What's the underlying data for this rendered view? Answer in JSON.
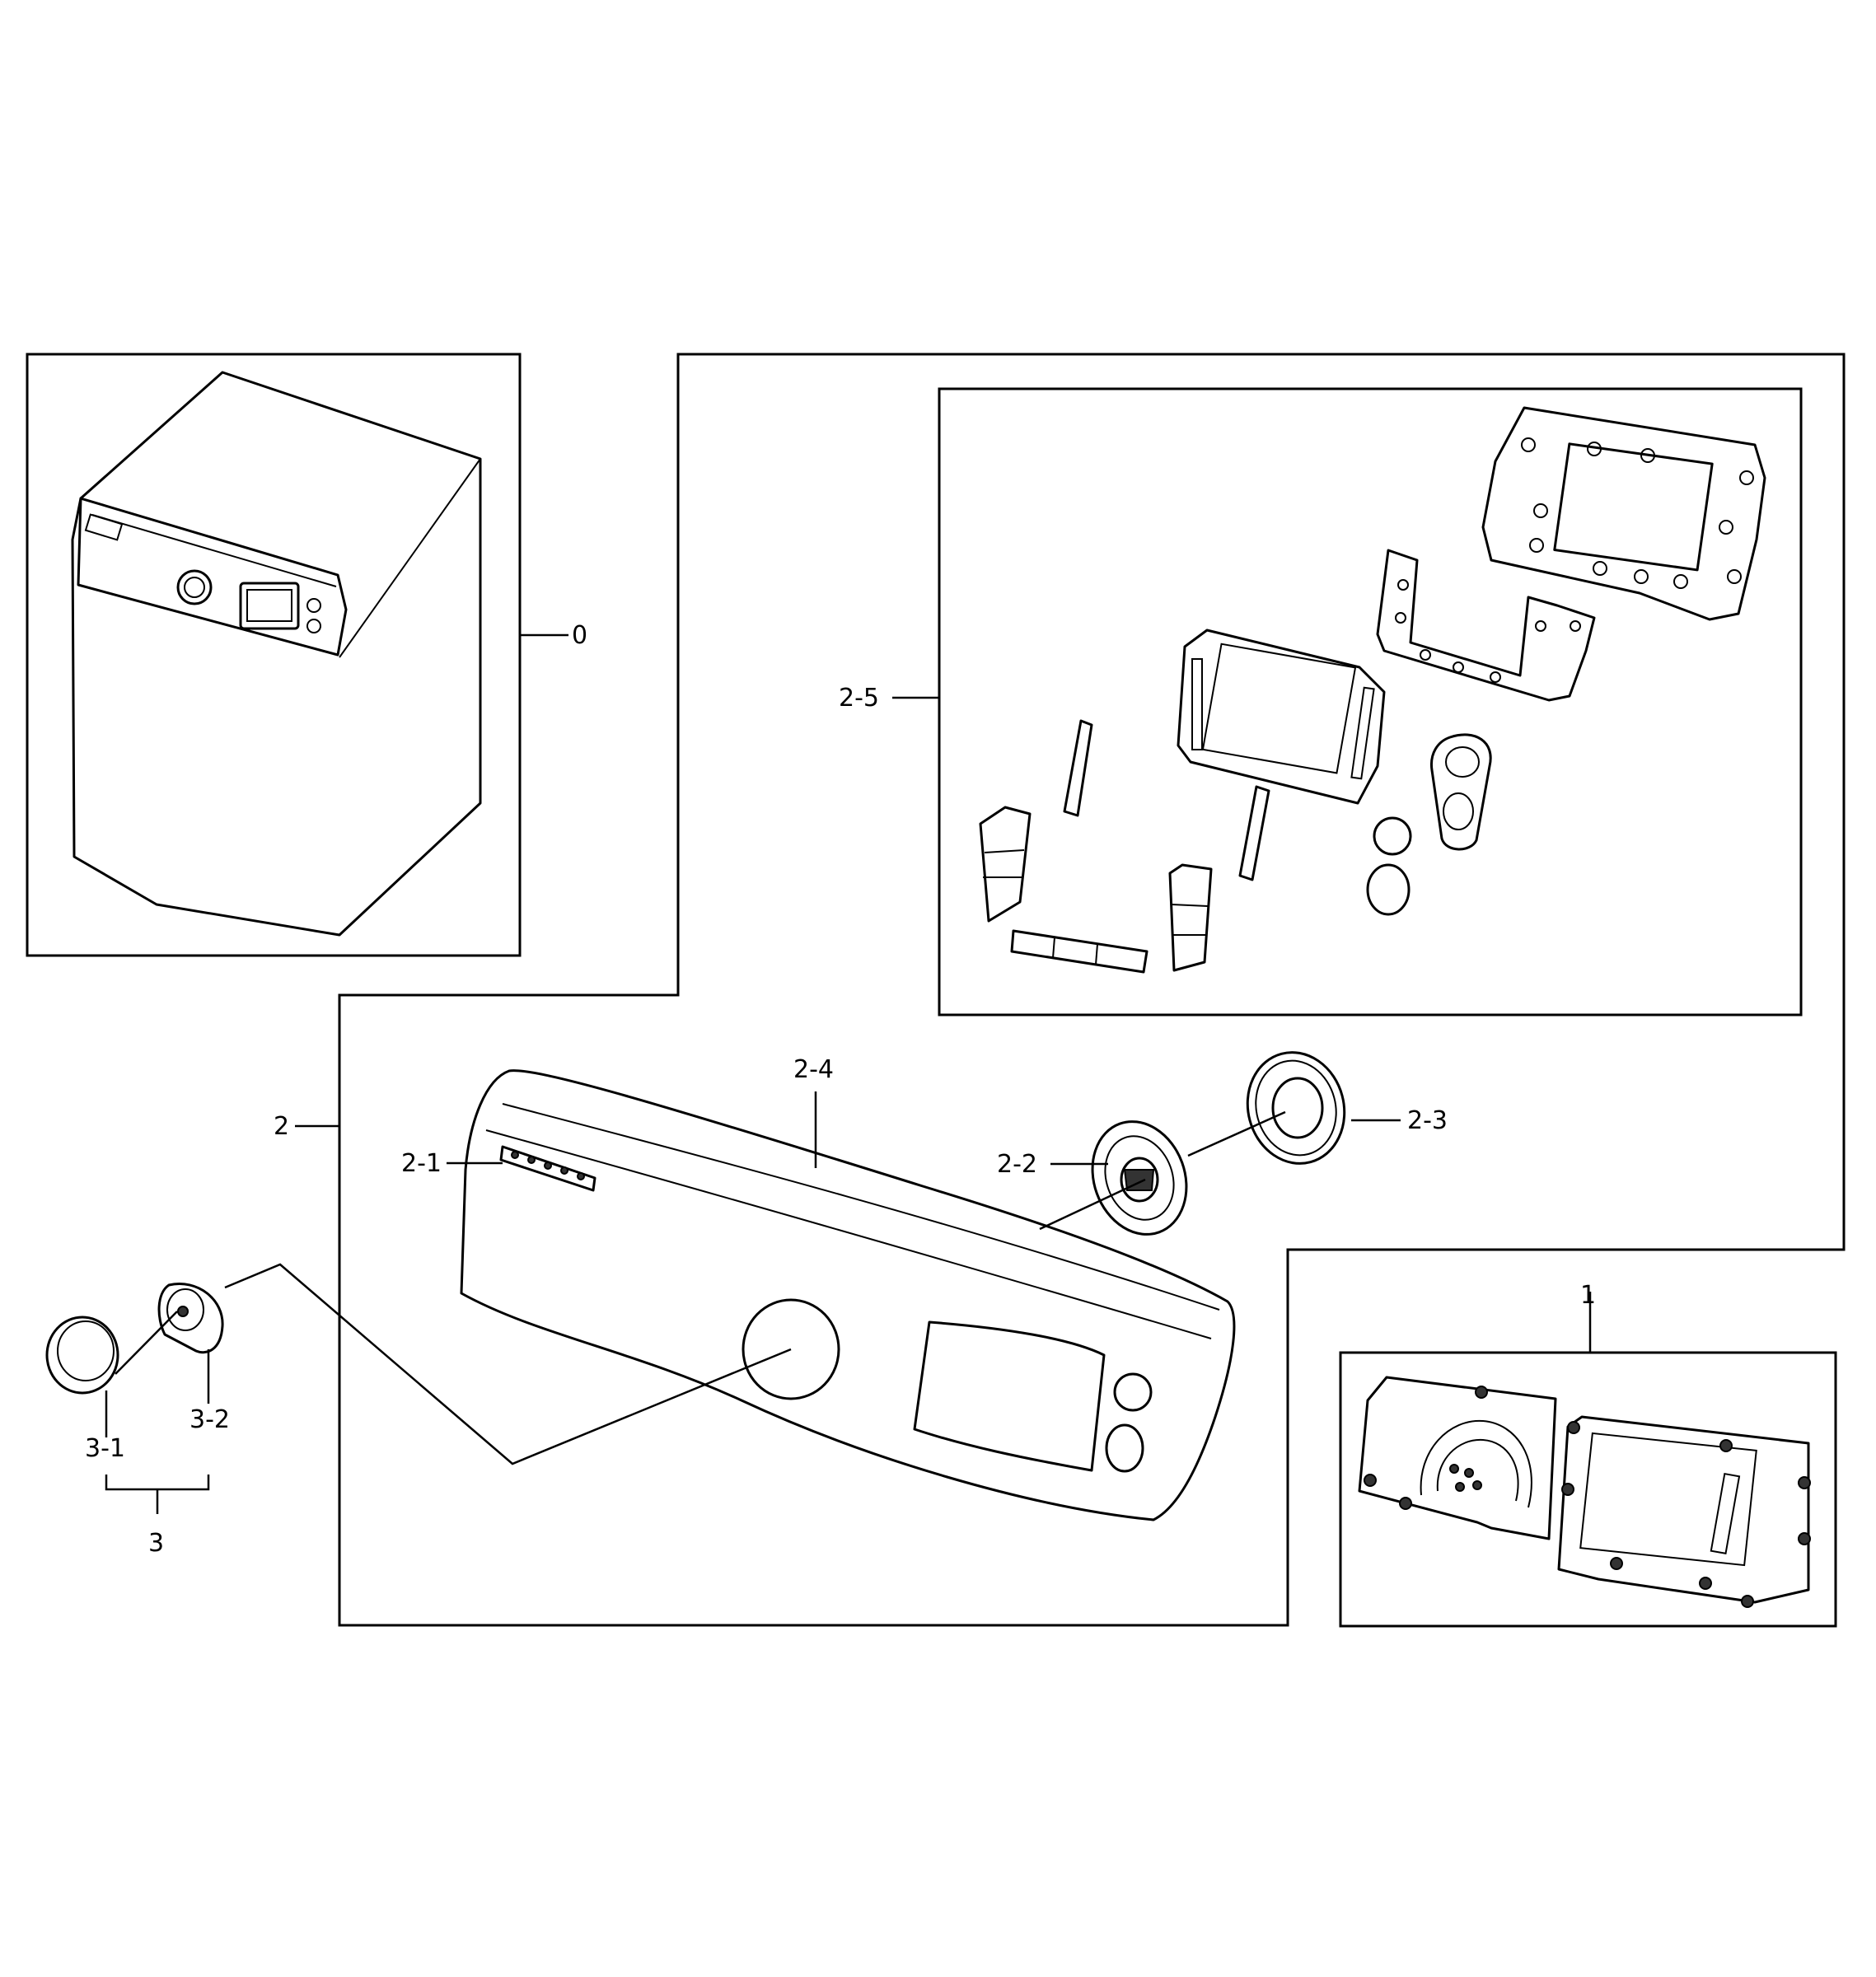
{
  "callouts": {
    "c0": "0",
    "c1": "1",
    "c2": "2",
    "c2_1": "2-1",
    "c2_2": "2-2",
    "c2_3": "2-3",
    "c2_4": "2-4",
    "c2_5": "2-5",
    "c3": "3",
    "c3_1": "3-1",
    "c3_2": "3-2"
  },
  "parts": {
    "p0": "washer-assembly",
    "p1": "pcb-assembly",
    "p2_1": "badge",
    "p2_2": "knob-ring",
    "p2_3": "knob-ring-cover",
    "p2_4": "control-panel",
    "p2_5": "panel-sub-assembly",
    "p3_1": "knob-cap",
    "p3_2": "knob-body"
  }
}
